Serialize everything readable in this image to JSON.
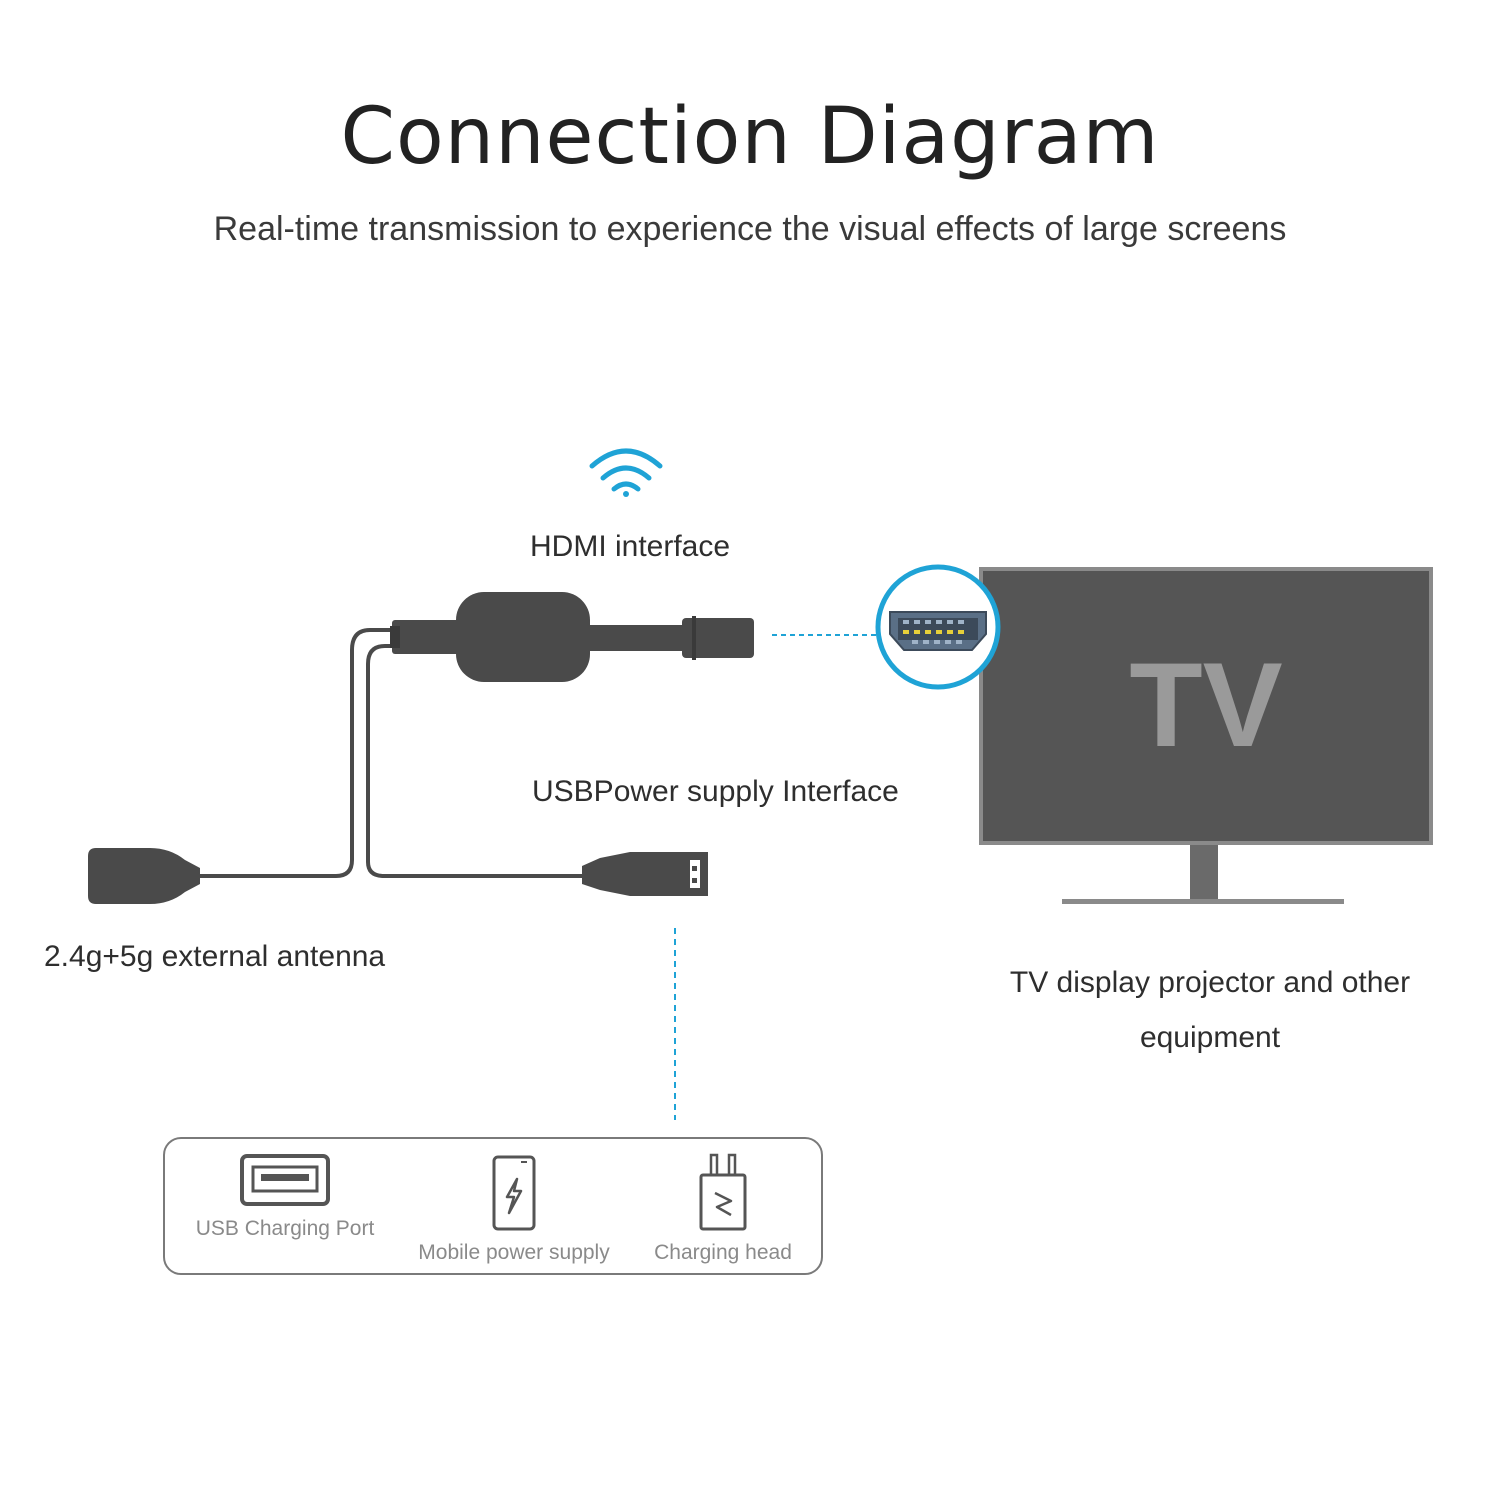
{
  "header": {
    "title": "Connection Diagram",
    "subtitle": "Real-time transmission to experience the visual effects of large screens"
  },
  "labels": {
    "hdmi": "HDMI interface",
    "usb_power": "USBPower supply Interface",
    "antenna": "2.4g+5g external antenna",
    "tv_line1": "TV display projector and other",
    "tv_line2": "equipment",
    "tv_screen": "TV"
  },
  "power_options": [
    {
      "label": "USB Charging Port",
      "icon": "usb-port-icon"
    },
    {
      "label": "Mobile power supply",
      "icon": "power-bank-icon"
    },
    {
      "label": "Charging head",
      "icon": "charger-plug-icon"
    }
  ],
  "colors": {
    "accent": "#1fa3d6",
    "device": "#4a4a4a",
    "tv_screen": "#555555",
    "tv_text": "#9a9a9a"
  },
  "icons": [
    "wifi-icon",
    "hdmi-port-icon"
  ]
}
